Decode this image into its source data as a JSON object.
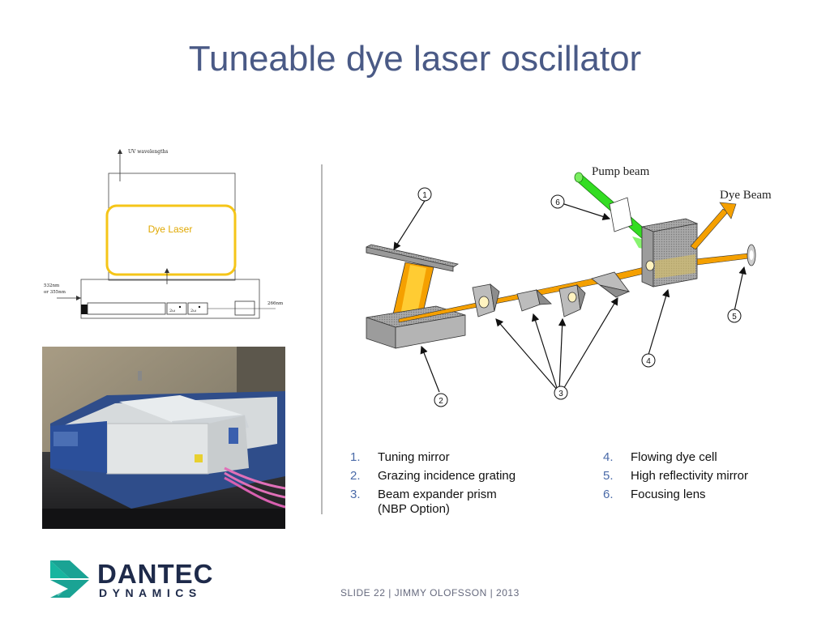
{
  "slide": {
    "title": "Tuneable dye laser oscillator",
    "footer": "SLIDE 22  |  JIMMY OLOFSSON  |  2013"
  },
  "schematic": {
    "uv_label": "UV wavelengths",
    "dye_laser_label": "Dye Laser",
    "input_label_1": "532nm",
    "input_label_2": "or 355nm",
    "output_label": "266nm",
    "crystal_1": "2ω",
    "crystal_2": "2ω"
  },
  "diagram": {
    "pump_beam_label": "Pump beam",
    "dye_beam_label": "Dye Beam",
    "callouts": [
      "1",
      "2",
      "3",
      "4",
      "5",
      "6"
    ]
  },
  "legend_left": [
    {
      "num": "1.",
      "text": "Tuning mirror"
    },
    {
      "num": "2.",
      "text": "Grazing incidence grating"
    },
    {
      "num": "3.",
      "text": "Beam expander prism (NBP Option)"
    }
  ],
  "legend_right": [
    {
      "num": "4.",
      "text": "Flowing dye cell"
    },
    {
      "num": "5.",
      "text": "High reflectivity mirror"
    },
    {
      "num": "6.",
      "text": "Focusing lens"
    }
  ],
  "logo": {
    "line1": "DANTEC",
    "line2": "DYNAMICS"
  },
  "colors": {
    "title": "#4a5a86",
    "dye_laser_box": "#f5c518",
    "pump_beam": "#33dd22",
    "dye_beam": "#f0a020",
    "logo_teal": "#1aa394",
    "logo_text": "#1e2a4a"
  }
}
